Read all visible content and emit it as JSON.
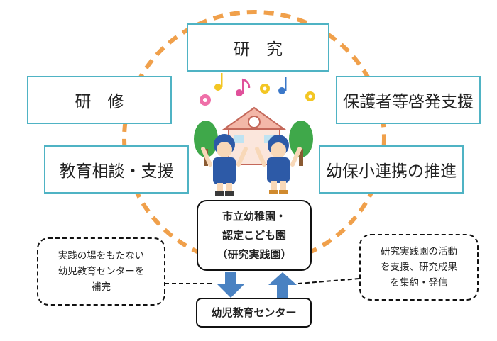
{
  "boxes": {
    "research": "研　究",
    "training": "研　修",
    "parent_support": "保護者等啓発支援",
    "consultation": "教育相談・支援",
    "collaboration": "幼保小連携の推進"
  },
  "center": {
    "line1": "市立幼稚園・",
    "line2": "認定こども園",
    "line3": "（研究実践園）"
  },
  "bottom_center": "幼児教育センター",
  "left_note": {
    "line1": "実践の場をもたない",
    "line2": "幼児教育センターを",
    "line3": "補完"
  },
  "right_note": {
    "line1": "研究実践園の活動",
    "line2": "を支援、研究成果",
    "line3": "を集約・発信"
  },
  "colors": {
    "ring": "#f0a04b",
    "box_border": "#4fb3c4",
    "arrow": "#4a82c2"
  }
}
